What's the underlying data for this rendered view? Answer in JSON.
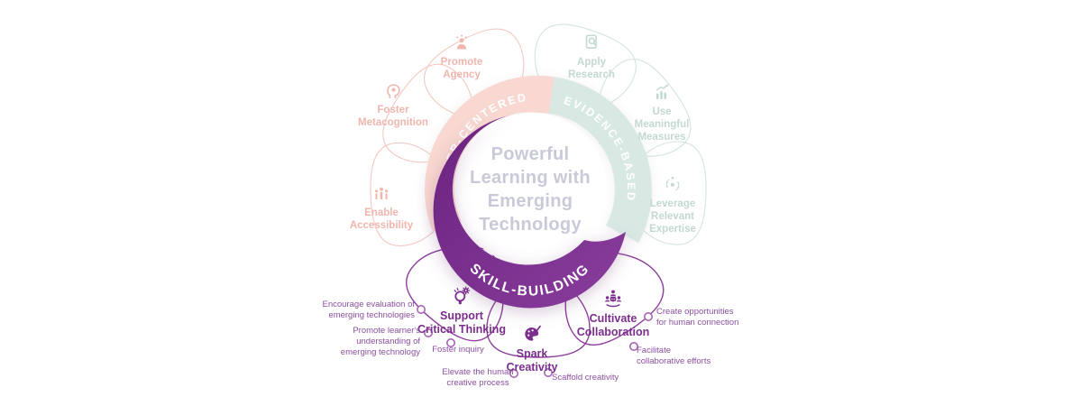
{
  "center": {
    "title": "Powerful\nLearning with\nEmerging\nTechnology"
  },
  "rings": {
    "learner_centered": {
      "label": "LEARNER-CENTERED",
      "color": "#f8d8d1"
    },
    "evidence_based": {
      "label": "EVIDENCE-BASED",
      "color": "#d8e9e4"
    },
    "skill_building": {
      "label": "SKILL-BUILDING",
      "color": "#7e3192"
    }
  },
  "petals": {
    "promote_agency": {
      "label": "Promote\nAgency",
      "icon": "person-sparkle-icon",
      "group": "learner-centered"
    },
    "foster_metacognition": {
      "label": "Foster\nMetacognition",
      "icon": "head-gear-icon",
      "group": "learner-centered"
    },
    "enable_accessibility": {
      "label": "Enable\nAccessibility",
      "icon": "accessibility-people-icon",
      "group": "learner-centered"
    },
    "apply_research": {
      "label": "Apply\nResearch",
      "icon": "document-magnifier-icon",
      "group": "evidence-based"
    },
    "use_meaningful_measures": {
      "label": "Use\nMeaningful\nMeasures",
      "icon": "bar-chart-up-icon",
      "group": "evidence-based"
    },
    "leverage_relevant_expertise": {
      "label": "Leverage\nRelevant\nExpertise",
      "icon": "circular-arrows-icon",
      "group": "evidence-based"
    },
    "support_critical_thinking": {
      "label": "Support\nCritical Thinking",
      "icon": "lightbulb-gear-icon",
      "group": "skill-building"
    },
    "spark_creativity": {
      "label": "Spark\nCreativity",
      "icon": "palette-icon",
      "group": "skill-building"
    },
    "cultivate_collaboration": {
      "label": "Cultivate\nCollaboration",
      "icon": "people-bubble-icon",
      "group": "skill-building"
    }
  },
  "callouts": {
    "encourage_evaluation": {
      "text": "Encourage evaluation of\nemerging technologies"
    },
    "promote_understanding": {
      "text": "Promote learner's\nunderstanding of\nemerging technology"
    },
    "foster_inquiry": {
      "text": "Foster inquiry"
    },
    "elevate_human": {
      "text": "Elevate the human\ncreative process"
    },
    "scaffold_creativity": {
      "text": "Scaffold creativity"
    },
    "create_opportunities": {
      "text": "Create opportunities\nfor human connection"
    },
    "facilitate_efforts": {
      "text": "Facilitate\ncollaborative efforts"
    }
  },
  "colors": {
    "pink_band": "#f8d8d1",
    "teal_band": "#d8e9e4",
    "purple_band": "#7e3192",
    "pink_faded_text": "#efb6ad",
    "teal_faded_text": "#c3d8d2",
    "purple_text": "#7b2e8d",
    "callout_text": "#8a4f9f",
    "center_text": "#c9cad8",
    "dot_stroke": "#a765b5"
  }
}
